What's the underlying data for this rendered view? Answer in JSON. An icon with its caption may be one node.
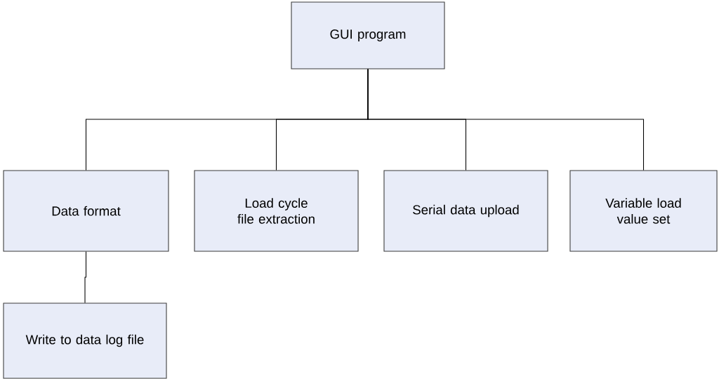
{
  "diagram": {
    "nodes": [
      {
        "text": [
          "GUI program"
        ]
      },
      {
        "text": [
          "Data format"
        ]
      },
      {
        "text": [
          "Load cycle file extraction"
        ]
      },
      {
        "text": [
          "Serial data upload"
        ]
      },
      {
        "text": [
          "Variable load value set"
        ]
      },
      {
        "text": [
          "Write to data log file"
        ]
      }
    ],
    "edges": [
      {
        "from": 0,
        "to": 1,
        "arrow": "none"
      },
      {
        "from": 0,
        "to": 2,
        "arrow": "none"
      },
      {
        "from": 0,
        "to": 3,
        "arrow": "none"
      },
      {
        "from": 0,
        "to": 4,
        "arrow": "none"
      },
      {
        "from": 1,
        "to": 5,
        "arrow": "none"
      }
    ]
  }
}
